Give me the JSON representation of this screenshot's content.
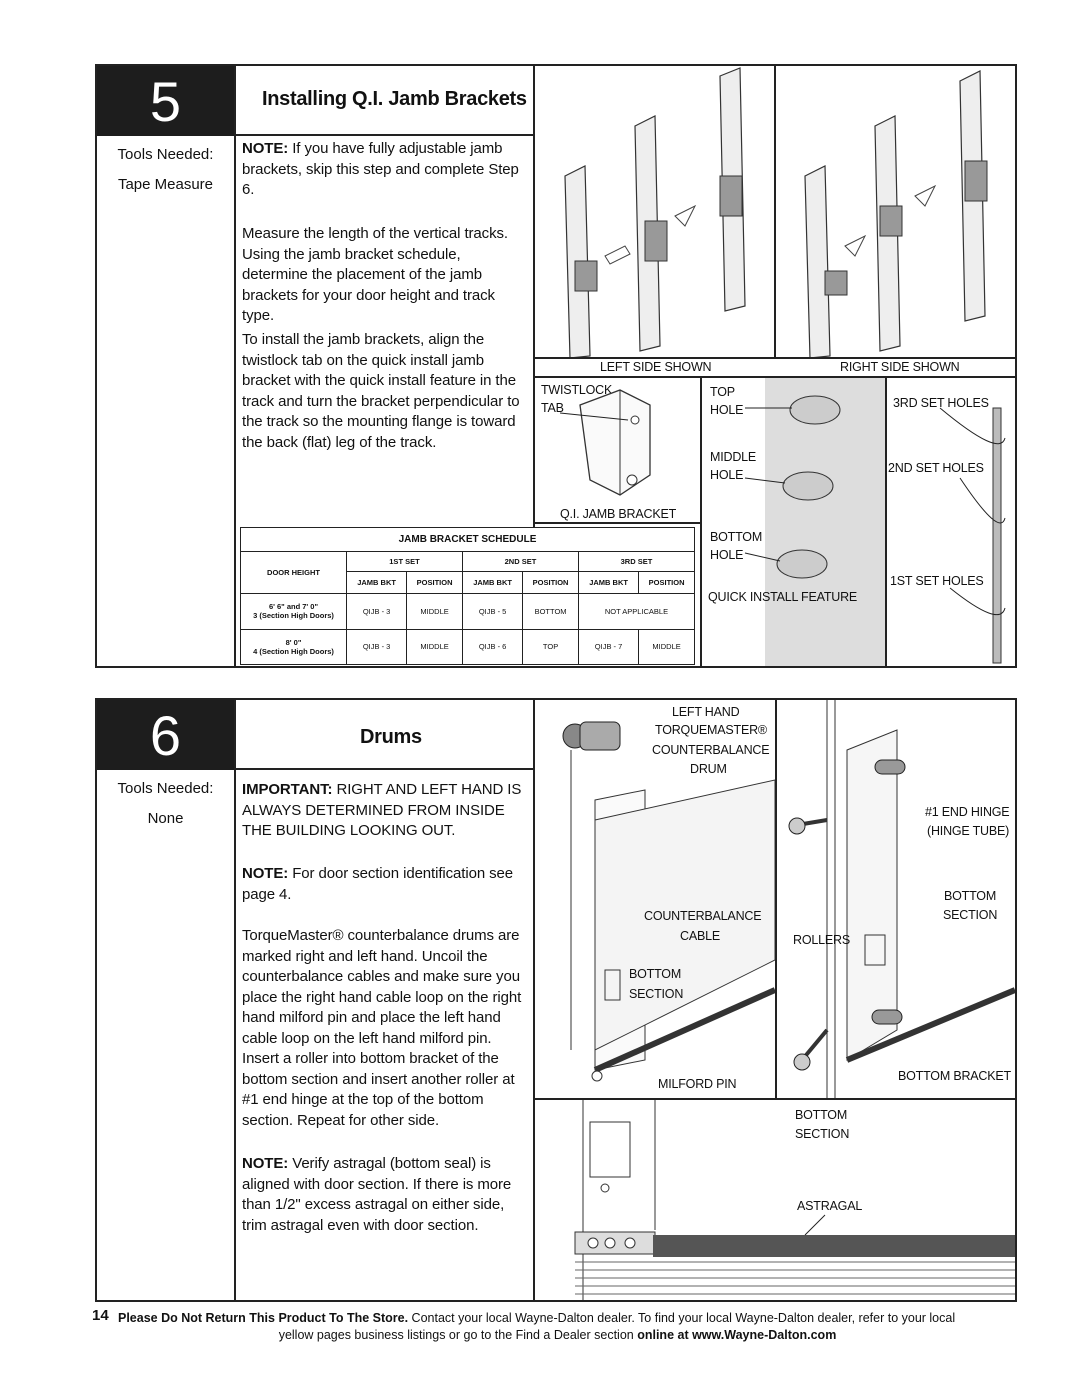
{
  "step5": {
    "number": "5",
    "title": "Installing Q.I. Jamb Brackets",
    "tools_label": "Tools Needed:",
    "tools_value": "Tape Measure",
    "note_label": "NOTE:",
    "note_text": " If you have fully adjustable jamb brackets, skip this step and complete Step 6.",
    "para1": "Measure the length of the vertical tracks. Using the jamb bracket schedule, determine the placement of the jamb brackets for your door height and track type.",
    "para2": "To install the jamb brackets, align the twistlock tab on the quick install jamb bracket with the quick install feature in the track and turn the bracket perpendicular to the track so the mounting flange is toward the back (flat) leg of the track.",
    "left_side": "LEFT SIDE SHOWN",
    "right_side": "RIGHT SIDE SHOWN",
    "twistlock": "TWISTLOCK",
    "tab": "TAB",
    "qi_bracket": "Q.I. JAMB BRACKET",
    "top": "TOP",
    "hole": "HOLE",
    "middle": "MIDDLE",
    "bottom": "BOTTOM",
    "quick_install": "QUICK INSTALL FEATURE",
    "set3": "3RD SET HOLES",
    "set2": "2ND SET HOLES",
    "set1": "1ST SET HOLES",
    "schedule": {
      "title": "JAMB BRACKET SCHEDULE",
      "door_height": "DOOR HEIGHT",
      "sets": [
        "1ST SET",
        "2ND SET",
        "3RD SET"
      ],
      "cols": [
        "JAMB BKT",
        "POSITION",
        "JAMB BKT",
        "POSITION",
        "JAMB BKT",
        "POSITION"
      ],
      "rows": [
        {
          "height": "6' 6\" and 7' 0\"",
          "sub": "3 (Section High Doors)",
          "c1": "QIJB - 3",
          "p1": "MIDDLE",
          "c2": "QIJB - 5",
          "p2": "BOTTOM",
          "c3": "NOT APPLICABLE"
        },
        {
          "height": "8' 0\"",
          "sub": "4 (Section High Doors)",
          "c1": "QIJB - 3",
          "p1": "MIDDLE",
          "c2": "QIJB - 6",
          "p2": "TOP",
          "c3": "QIJB - 7",
          "p3": "MIDDLE"
        }
      ]
    }
  },
  "step6": {
    "number": "6",
    "title": "Drums",
    "tools_label": "Tools Needed:",
    "tools_value": "None",
    "important_label": "IMPORTANT:",
    "important_text": " RIGHT AND LEFT HAND IS ALWAYS DETERMINED FROM INSIDE THE BUILDING LOOKING OUT.",
    "note1_label": "NOTE:",
    "note1_text": " For door section identification see page 4.",
    "para": "TorqueMaster® counterbalance drums are marked right and left hand. Uncoil the counterbalance cables and make sure you place the right hand cable loop on the right hand milford pin and place the left hand cable loop on the left hand milford pin. Insert a roller into bottom bracket of the bottom section and insert another roller at #1 end hinge at the top of the bottom section. Repeat for other side.",
    "note2_label": "NOTE:",
    "note2_text": " Verify astragal (bottom seal) is aligned with door section. If there is more than 1/2\" excess astragal on either side, trim astragal even with door section.",
    "left_hand": "LEFT HAND",
    "torquemaster": "TORQUEMASTER®",
    "counterbalance": "COUNTERBALANCE",
    "drum": "DRUM",
    "cb_cable1": "COUNTERBALANCE",
    "cb_cable2": "CABLE",
    "bottom": "BOTTOM",
    "section": "SECTION",
    "milford": "MILFORD PIN",
    "end_hinge": "#1 END HINGE",
    "hinge_tube": "(HINGE TUBE)",
    "rollers": "ROLLERS",
    "bottom_bracket": "BOTTOM BRACKET",
    "astragal": "ASTRAGAL"
  },
  "footer": {
    "page": "14",
    "bold1": "Please Do Not Return This Product To The Store.",
    "text1": " Contact your local Wayne-Dalton dealer. To find your local Wayne-Dalton dealer, refer to your local",
    "text2": "yellow pages business listings or go to the Find a Dealer section ",
    "bold2": "online at www.Wayne-Dalton.com"
  }
}
